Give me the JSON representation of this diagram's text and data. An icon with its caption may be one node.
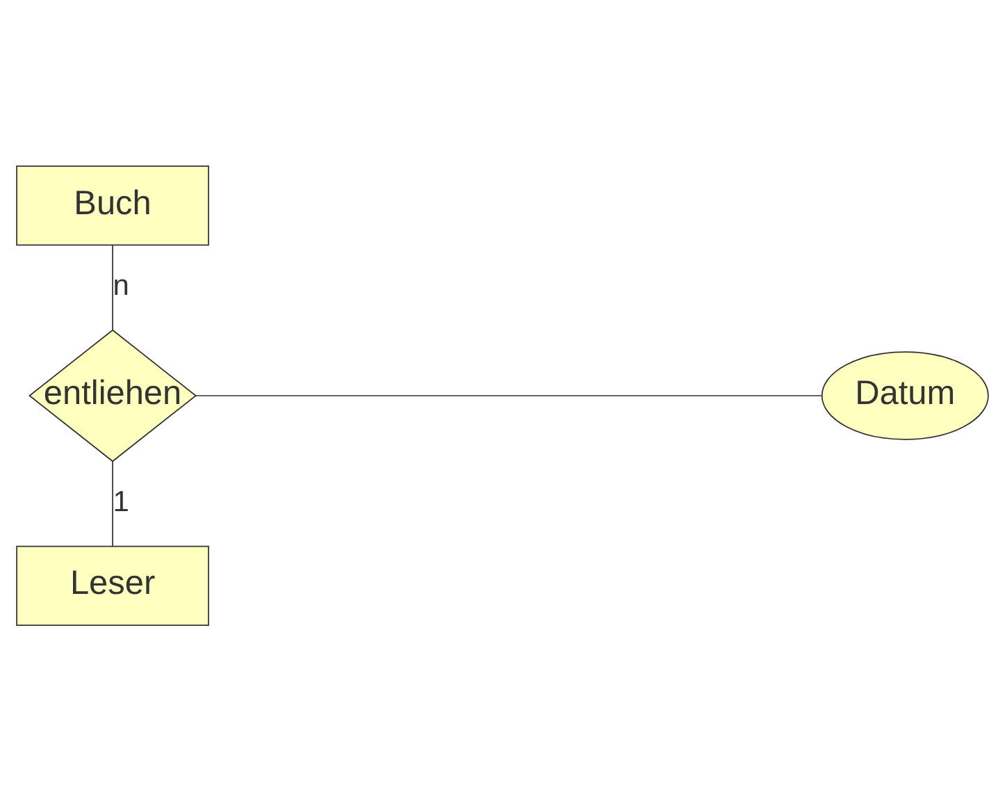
{
  "diagram": {
    "nodes": [
      {
        "text": [
          "Buch"
        ]
      },
      {
        "text": [
          "entliehen"
        ]
      },
      {
        "text": [
          "Datum"
        ]
      },
      {
        "text": [
          "Leser"
        ]
      }
    ],
    "edges": [
      {
        "from": 0,
        "to": 1,
        "arrow": "none",
        "label": "n"
      },
      {
        "from": 1,
        "to": 2,
        "arrow": "none"
      },
      {
        "from": 1,
        "to": 3,
        "arrow": "none",
        "label": "1"
      }
    ]
  }
}
